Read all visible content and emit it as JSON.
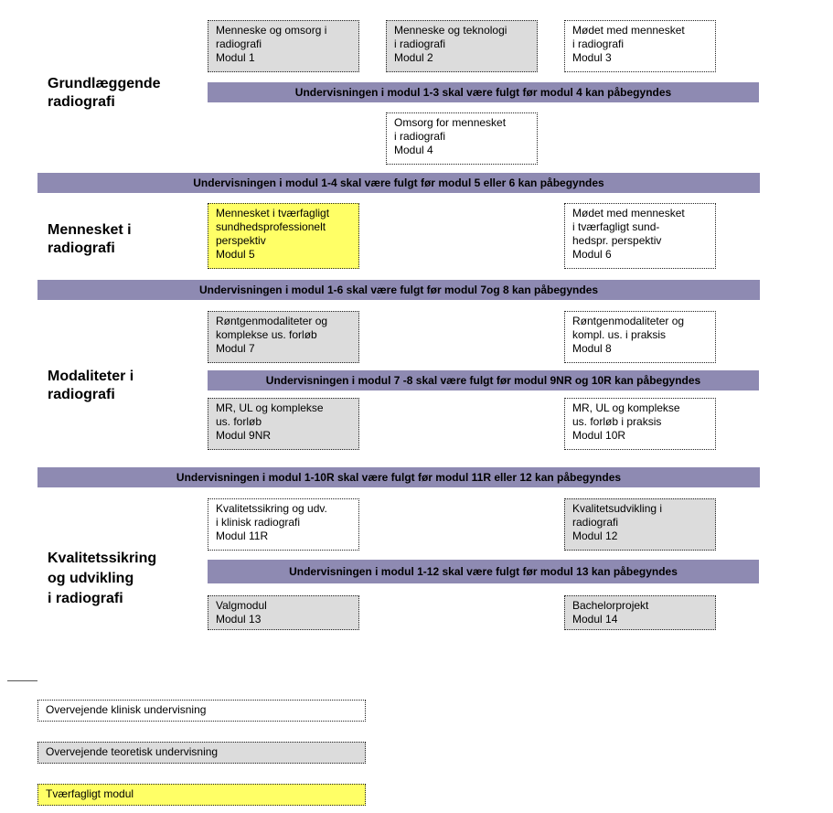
{
  "sections": {
    "grundlaeggende": [
      "Grundlæggende",
      "radiografi"
    ],
    "mennesket": [
      "Mennesket i",
      "radiografi"
    ],
    "modaliteter": [
      "Modaliteter i",
      "radiografi"
    ],
    "kvalitet": [
      "Kvalitetssikring",
      "og udvikling",
      "i radiografi"
    ]
  },
  "modules": {
    "m1": [
      "Menneske og omsorg i",
      "radiografi",
      "Modul 1"
    ],
    "m2": [
      "Menneske og teknologi",
      "i radiografi",
      "Modul 2"
    ],
    "m3": [
      "Mødet med mennesket",
      "i radiografi",
      "Modul 3"
    ],
    "m4": [
      "Omsorg for mennesket",
      "i radiografi",
      "Modul 4"
    ],
    "m5": [
      "Mennesket i tværfagligt",
      "sundhedsprofessionelt",
      "perspektiv",
      "Modul 5"
    ],
    "m6": [
      "Mødet med mennesket",
      "i tværfagligt sund-",
      "hedspr. perspektiv",
      "Modul 6"
    ],
    "m7": [
      "Røntgenmodaliteter og",
      "komplekse us. forløb",
      "Modul 7"
    ],
    "m8": [
      "Røntgenmodaliteter og",
      "kompl. us. i praksis",
      "Modul 8"
    ],
    "m9": [
      "MR, UL og komplekse",
      "us. forløb",
      "Modul 9NR"
    ],
    "m10": [
      "MR, UL og komplekse",
      "us. forløb i praksis",
      "Modul 10R"
    ],
    "m11": [
      "Kvalitetssikring og udv.",
      "i klinisk radiografi",
      "Modul 11R"
    ],
    "m12": [
      "Kvalitetsudvikling i",
      "radiografi",
      "Modul 12"
    ],
    "m13": [
      "Valgmodul",
      "Modul 13"
    ],
    "m14": [
      "Bachelorprojekt",
      "Modul 14"
    ]
  },
  "bars": {
    "b1": "Undervisningen i modul 1-3 skal være fulgt før modul 4 kan påbegyndes",
    "b2": "Undervisningen i modul 1-4 skal være fulgt før modul 5 eller 6 kan påbegyndes",
    "b3": "Undervisningen i modul 1-6 skal være fulgt før modul 7og 8 kan påbegyndes",
    "b4": "Undervisningen i modul 7 -8 skal være fulgt før modul 9NR og 10R kan påbegyndes",
    "b5": "Undervisningen i modul 1-10R skal være fulgt før modul 11R eller 12 kan påbegyndes",
    "b6": "Undervisningen i modul 1-12 skal være fulgt før modul 13 kan påbegyndes"
  },
  "legend": {
    "clinical": "Overvejende klinisk undervisning",
    "theoretical": "Overvejende teoretisk undervisning",
    "interdisciplinary": "Tværfagligt modul"
  },
  "colors": {
    "bar": "#8e8ab2",
    "clinical": "#ffffff",
    "theoretical": "#dcdcdc",
    "interdisciplinary": "#ffff66"
  }
}
